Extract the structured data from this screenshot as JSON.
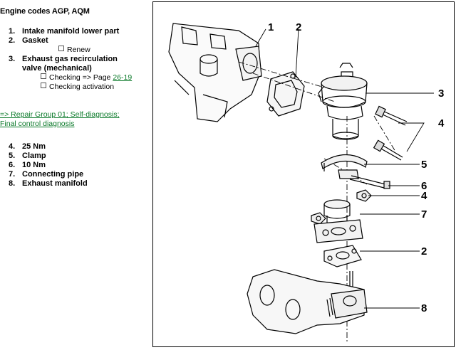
{
  "title": "Engine codes AGP, AQM",
  "parts_top": [
    {
      "num": "1.",
      "label": "Intake manifold lower part"
    },
    {
      "num": "2.",
      "label": "Gasket"
    }
  ],
  "renew_note": "Renew",
  "part3": {
    "num": "3.",
    "line1": "Exhaust gas recirculation",
    "line2": "valve (mechanical)"
  },
  "checking_prefix": "Checking => Page ",
  "checking_page_link": "26-19",
  "checking_activation": "Checking activation",
  "diagnosis_link": {
    "line1": "=> Repair Group 01; Self-diagnosis;",
    "line2": "Final control diagnosis"
  },
  "parts_bottom": [
    {
      "num": "4.",
      "label": "25 Nm"
    },
    {
      "num": "5.",
      "label": "Clamp"
    },
    {
      "num": "6.",
      "label": "10 Nm"
    },
    {
      "num": "7.",
      "label": "Connecting pipe"
    },
    {
      "num": "8.",
      "label": "Exhaust manifold"
    }
  ],
  "callouts": {
    "c1": "1",
    "c2_top": "2",
    "c3": "3",
    "c4_top": "4",
    "c5": "5",
    "c6": "6",
    "c4_mid": "4",
    "c7": "7",
    "c2_mid": "2",
    "c8": "8"
  }
}
